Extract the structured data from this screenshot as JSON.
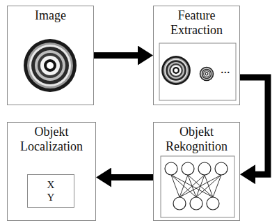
{
  "diagram": {
    "nodes": [
      {
        "text": [
          "Image"
        ]
      },
      {
        "text": [
          "Feature Extraction"
        ]
      },
      {
        "text": [
          "Objekt Localization"
        ]
      },
      {
        "text": [
          "X Y"
        ],
        "in": 2
      },
      {
        "text": [
          "Objekt Rekognition"
        ]
      }
    ],
    "edges": [
      {
        "from": 0,
        "to": 1,
        "arrow": "to"
      },
      {
        "from": 1,
        "to": 4,
        "arrow": "to"
      },
      {
        "from": 4,
        "to": 2,
        "arrow": "to"
      }
    ],
    "labels": [
      "..."
    ]
  }
}
